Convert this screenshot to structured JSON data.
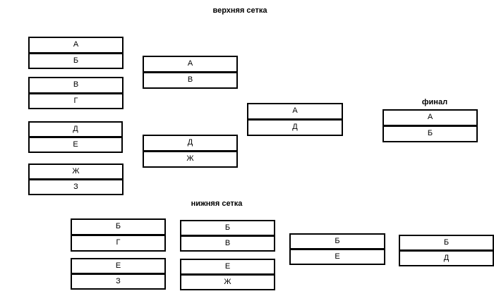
{
  "headings": {
    "upper": "верхняя сетка",
    "lower": "нижняя сетка",
    "final": "финал"
  },
  "upper_bracket": {
    "round1": [
      {
        "top": "А",
        "bottom": "Б"
      },
      {
        "top": "В",
        "bottom": "Г"
      },
      {
        "top": "Д",
        "bottom": "Е"
      },
      {
        "top": "Ж",
        "bottom": "З"
      }
    ],
    "round2": [
      {
        "top": "А",
        "bottom": "В"
      },
      {
        "top": "Д",
        "bottom": "Ж"
      }
    ],
    "round3": [
      {
        "top": "А",
        "bottom": "Д"
      }
    ]
  },
  "final": {
    "top": "А",
    "bottom": "Б"
  },
  "lower_bracket": {
    "round1": [
      {
        "top": "Б",
        "bottom": "Г"
      },
      {
        "top": "Е",
        "bottom": "З"
      }
    ],
    "round2": [
      {
        "top": "Б",
        "bottom": "В"
      },
      {
        "top": "Е",
        "bottom": "Ж"
      }
    ],
    "round3": [
      {
        "top": "Б",
        "bottom": "Е"
      }
    ],
    "round4": [
      {
        "top": "Б",
        "bottom": "Д"
      }
    ]
  }
}
